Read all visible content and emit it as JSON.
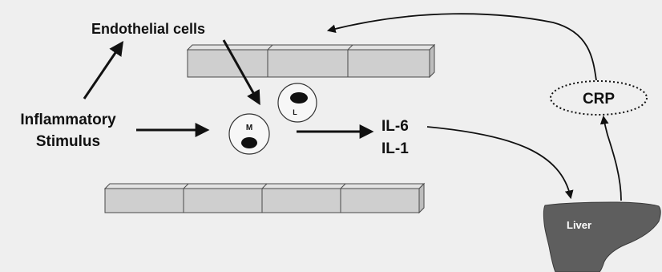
{
  "labels": {
    "endothelial": "Endothelial cells",
    "inflammatory_line1": "Inflammatory",
    "inflammatory_line2": "Stimulus",
    "il6": "IL-6",
    "il1": "IL-1",
    "crp": "CRP",
    "liver": "Liver",
    "cell_m": "M",
    "cell_l": "L"
  },
  "colors": {
    "background": "#efefef",
    "block_fill": "#cfcfcf",
    "block_top": "#e3e3e3",
    "block_edge": "#4a4a4a",
    "liver": "#5e5e5e",
    "ink": "#111111"
  }
}
